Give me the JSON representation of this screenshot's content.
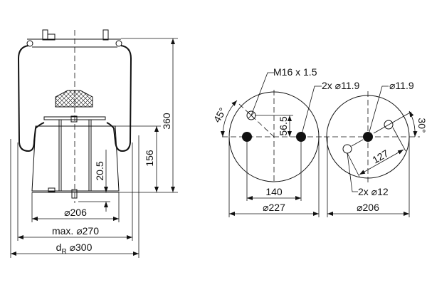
{
  "side_view": {
    "dim_height_total": "360",
    "dim_piston_height": "156",
    "dim_offset": "20.5",
    "dim_piston_diameter": "⌀206",
    "dim_max_diameter_prefix": "max.",
    "dim_max_diameter": "⌀270",
    "dim_reference_prefix": "d",
    "dim_reference_sub": "R",
    "dim_reference_diameter": "⌀300"
  },
  "top_view": {
    "thread_label": "M16 x 1.5",
    "holes_label": "2x ⌀11.9",
    "angle_label": "45°",
    "offset_label": "56.5",
    "spacing_label": "140",
    "diameter_label": "⌀227"
  },
  "bottom_view": {
    "center_hole_label": "⌀11.9",
    "angle_label": "30°",
    "spacing_label": "127",
    "holes_label": "2x ⌀12",
    "diameter_label": "⌀206"
  }
}
